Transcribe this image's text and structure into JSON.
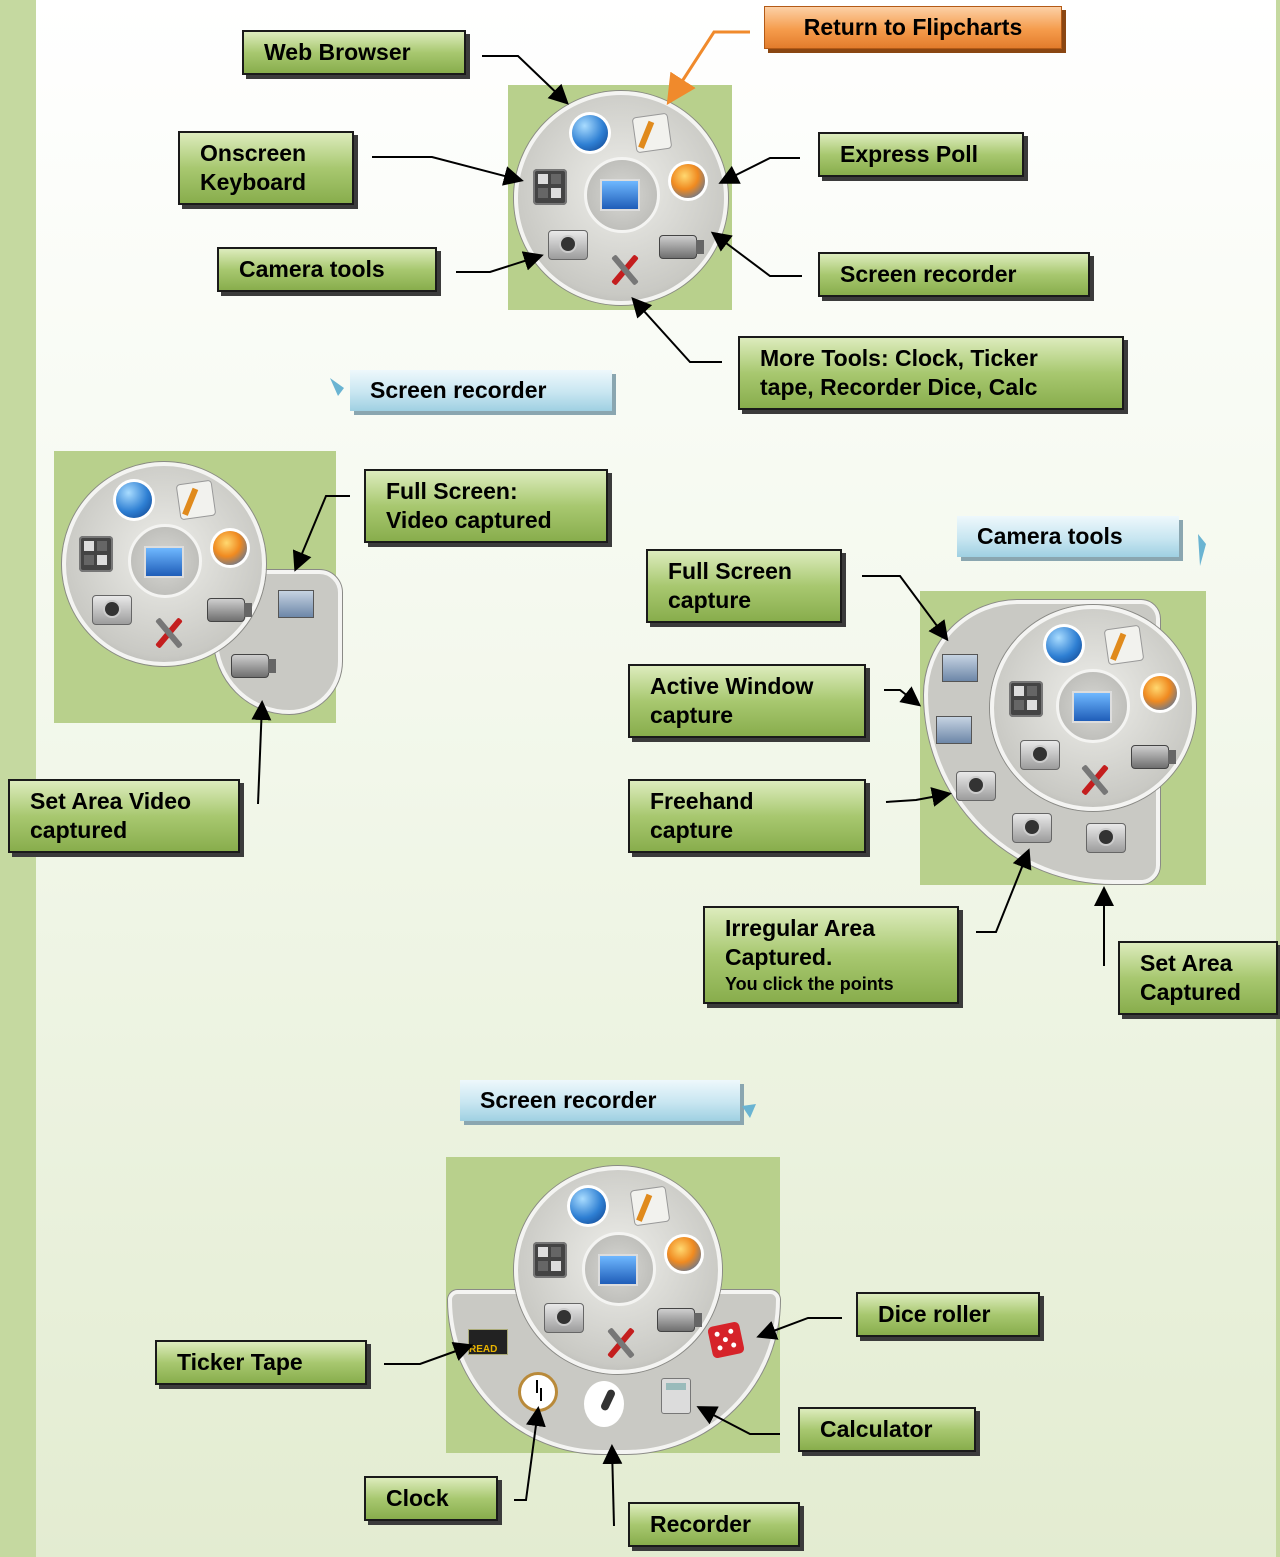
{
  "labels": {
    "web_browser": "Web Browser",
    "return_flipcharts": "Return to Flipcharts",
    "onscreen_keyboard_1": "Onscreen",
    "onscreen_keyboard_2": "Keyboard",
    "express_poll": "Express Poll",
    "camera_tools": "Camera tools",
    "screen_recorder": "Screen recorder",
    "more_tools_1": "More Tools: Clock, Ticker",
    "more_tools_2": "tape, Recorder Dice, Calc",
    "screen_recorder_heading": "Screen recorder",
    "full_screen_video_1": "Full Screen:",
    "full_screen_video_2": "Video captured",
    "set_area_video_1": "Set Area Video",
    "set_area_video_2": "captured",
    "camera_tools_heading": "Camera tools",
    "full_screen_capture_1": "Full Screen",
    "full_screen_capture_2": "capture",
    "active_window_1": "Active Window",
    "active_window_2": "capture",
    "freehand_1": "Freehand",
    "freehand_2": "capture",
    "irregular_1": "Irregular Area",
    "irregular_2": "Captured.",
    "irregular_3": "You click the points",
    "set_area_1": "Set Area",
    "set_area_2": "Captured",
    "screen_recorder_heading_2": "Screen recorder",
    "dice_roller": "Dice roller",
    "ticker_tape": "Ticker Tape",
    "calculator": "Calculator",
    "clock": "Clock",
    "recorder": "Recorder",
    "ticker_icon_text": "READ"
  },
  "colors": {
    "label_green": "#a8c870",
    "label_orange": "#f59c4c",
    "label_blue": "#c8e6f1",
    "panel_green": "#b8d08c",
    "side_strip": "#c5d9a0"
  }
}
